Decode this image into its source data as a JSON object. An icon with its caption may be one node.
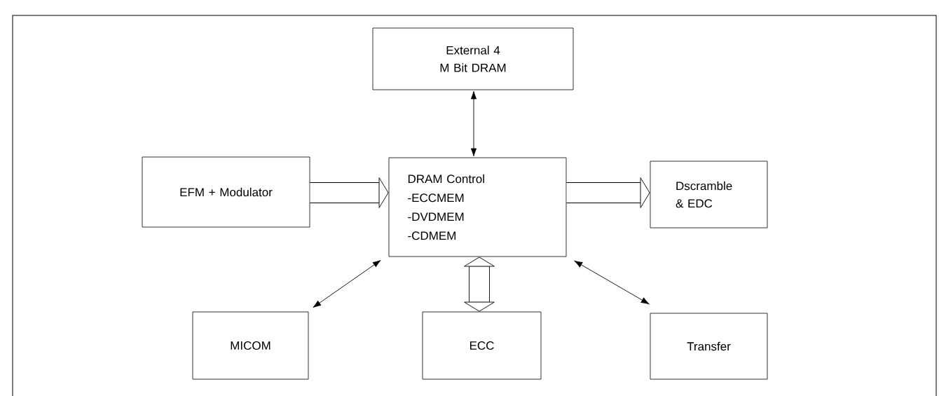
{
  "diagram": {
    "nodes": [
      {
        "text": [
          "External 4 M Bit DRAM"
        ]
      },
      {
        "text": [
          "DRAM Control",
          "-ECCMEM",
          "-DVDMEM",
          "-CDMEM"
        ]
      },
      {
        "text": [
          "EFM + Modulator"
        ]
      },
      {
        "text": [
          "Dscramble & EDC"
        ]
      },
      {
        "text": [
          "MICOM"
        ]
      },
      {
        "text": [
          "ECC"
        ]
      },
      {
        "text": [
          "Transfer"
        ]
      }
    ],
    "edges": [
      {
        "from": 0,
        "to": 1,
        "arrow": "both"
      },
      {
        "from": 2,
        "to": 1,
        "arrow": "to",
        "style": "thick"
      },
      {
        "from": 1,
        "to": 3,
        "arrow": "to",
        "style": "thick"
      },
      {
        "from": 1,
        "to": 5,
        "arrow": "both",
        "style": "thick"
      },
      {
        "from": 1,
        "to": 4,
        "arrow": "both"
      },
      {
        "from": 1,
        "to": 6,
        "arrow": "both"
      }
    ]
  }
}
